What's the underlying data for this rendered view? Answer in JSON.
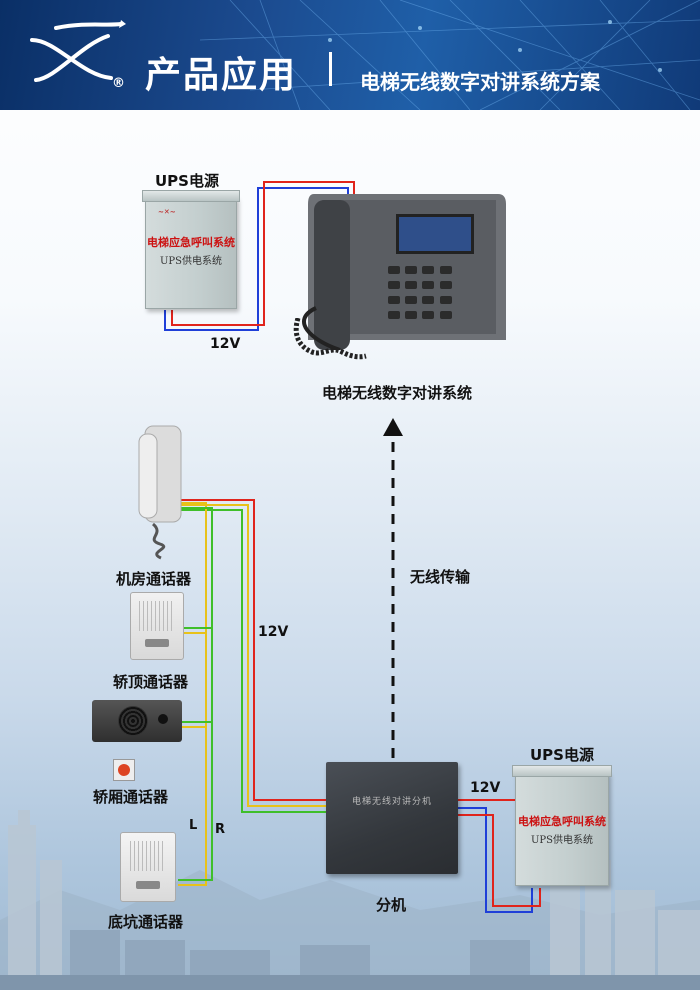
{
  "header": {
    "title": "产品应用",
    "subtitle": "电梯无线数字对讲系统方案",
    "reg_mark": "®"
  },
  "diagram": {
    "ups_top": {
      "label": "UPS电源",
      "face_line1": "电梯应急呼叫系统",
      "face_line2": "UPS供电系统"
    },
    "ups_bottom": {
      "label": "UPS电源",
      "face_line1": "电梯应急呼叫系统",
      "face_line2": "UPS供电系统"
    },
    "main_unit_label": "电梯无线数字对讲系统",
    "wireless_label": "无线传输",
    "voltage_top": "12V",
    "voltage_middle": "12V",
    "voltage_bottom": "12V",
    "machine_room_label": "机房通话器",
    "car_top_label": "轿顶通话器",
    "car_label": "轿厢通话器",
    "pit_label": "底坑通话器",
    "sub_unit_label": "分机",
    "sub_unit_face": "电梯无线对讲分机",
    "left_channel": "L",
    "right_channel": "R"
  },
  "colors": {
    "wire_red": "#e0241c",
    "wire_blue": "#1f3fd8",
    "wire_yellow": "#e8c21a",
    "wire_green": "#3fbf2a",
    "header_blue": "#1b4a8e"
  }
}
